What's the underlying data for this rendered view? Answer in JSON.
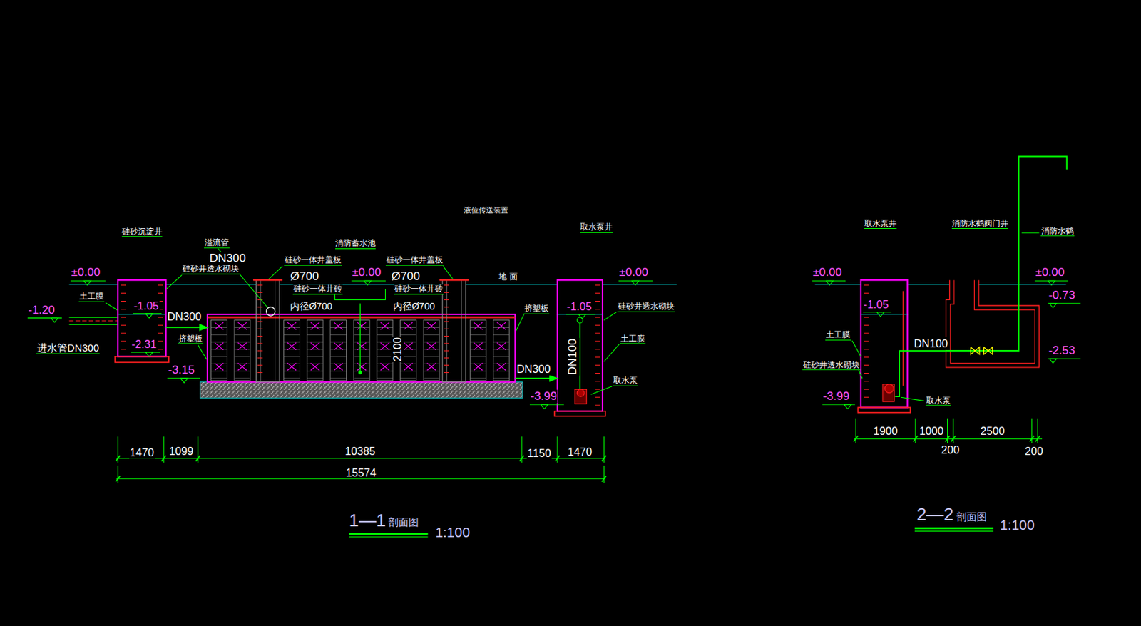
{
  "diagram": {
    "nodes": [
      {
        "text": [
          "硅砂沉淀井"
        ]
      },
      {
        "text": [
          "消防蓄水池"
        ]
      },
      {
        "text": [
          "液位传送装置"
        ],
        "in": 1
      },
      {
        "text": [
          "取水泵井"
        ]
      },
      {
        "text": [
          "取水泵井"
        ]
      },
      {
        "text": [
          "消防水鹤阀门井"
        ]
      }
    ],
    "edges": [
      {
        "from": 0,
        "to": 1,
        "label": "DN300",
        "arrow": "to"
      },
      {
        "from": 1,
        "to": 3,
        "label": "DN300",
        "arrow": "to"
      },
      {
        "from": 4,
        "to": 5,
        "label": "DN100",
        "arrow": "none"
      }
    ],
    "labels": [
      "溢流管",
      "DN300",
      "硅砂一体井盖板",
      "Ø700",
      "硅砂一体井砖",
      "内径Ø700",
      "±0.00",
      "硅砂井透水砌块",
      "土工膜",
      "-1.20",
      "-1.05",
      "-2.31",
      "进水管DN300",
      "挤塑板",
      "-3.15",
      "±0.00",
      "硅砂一体井盖板",
      "Ø700",
      "硅砂一体井砖",
      "内径Ø700",
      "2100",
      "地 面",
      "±0.00",
      "挤塑板",
      "-1.05",
      "硅砂井透水砌块",
      "DN100",
      "土工膜",
      "取水泵",
      "-3.99",
      "1470",
      "1099",
      "10385",
      "1150",
      "1470",
      "15574",
      "1—1",
      "剖面图",
      "1:100",
      "消防水鹤",
      "±0.00",
      "±0.00",
      "-1.05",
      "-0.73",
      "-2.53",
      "土工膜",
      "硅砂井透水砌块",
      "-3.99",
      "取水泵",
      "1900",
      "1000",
      "2500",
      "200",
      "200",
      "2—2",
      "剖面图",
      "1:100"
    ]
  }
}
